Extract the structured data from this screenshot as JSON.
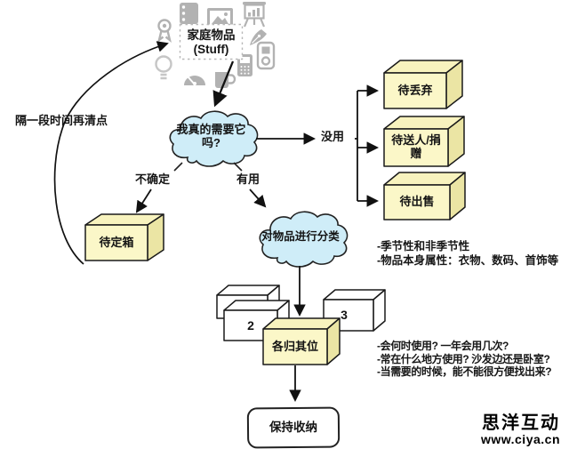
{
  "diagram": {
    "type": "flowchart",
    "topic": "household items decluttering / organizing decision flow"
  },
  "nodes": {
    "source": "家庭物品\n(Stuff)",
    "cloud_need": "我真的需要它\n吗?",
    "cloud_classify": "对物品进行分类",
    "box_discard": "待丢弃",
    "box_give": "待送人/捐\n赠",
    "box_sell": "待出售",
    "box_pending": "待定箱",
    "box_place": "各归其位",
    "box_num2": "2",
    "box_num3": "3",
    "terminal_keep": "保持收纳"
  },
  "edges": {
    "no_use": "没用",
    "unsure": "不确定",
    "useful": "有用",
    "recheck": "隔一段时间再清点"
  },
  "notes": {
    "classify": [
      "-季节性和非季节性",
      "-物品本身属性：衣物、数码、首饰等"
    ],
    "place": [
      "-会何时使用? 一年会用几次?",
      "-常在什么地方使用? 沙发边还是卧室?",
      "-当需要的时候，能不能很方便找出来?"
    ]
  },
  "watermark": {
    "brand": "思洋互动",
    "url": "www.ciya.cn"
  },
  "icons": {
    "around_source": [
      "notebook-icon",
      "picture-icon",
      "projector-screen-icon",
      "award-icon",
      "pen-icon",
      "lightbulb-icon",
      "gauge-icon",
      "mug-icon",
      "phone-icon",
      "mp3-player-icon"
    ]
  },
  "colors": {
    "cloud_fill": "#CFEDF8",
    "box_front": "#FBF7C8",
    "box_top": "#F8F3BE",
    "box_side": "#EBE5A4",
    "icon_gray": "#B2B2B2",
    "line": "#111111"
  }
}
